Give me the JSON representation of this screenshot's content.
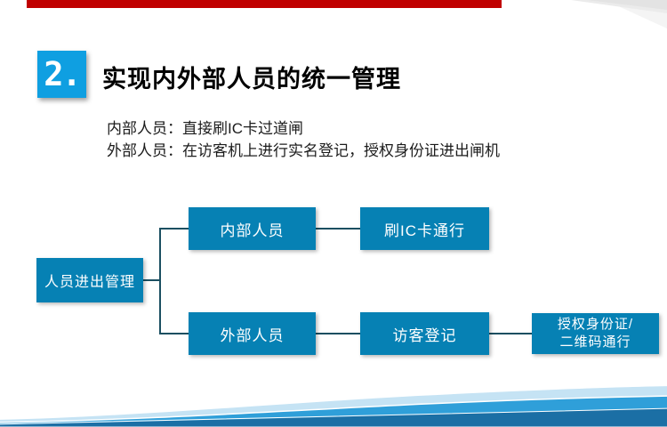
{
  "slide": {
    "badge_number": "2.",
    "title": "实现内外部人员的统一管理",
    "description_lines": [
      "内部人员：直接刷IC卡过道闸",
      "外部人员：在访客机上进行实名登记，授权身份证进出闸机"
    ]
  },
  "flowchart": {
    "nodes": [
      {
        "id": "root",
        "label": "人员进出管理"
      },
      {
        "id": "internal",
        "label": "内部人员"
      },
      {
        "id": "ic-pass",
        "label": "刷IC卡通行"
      },
      {
        "id": "external",
        "label": "外部人员"
      },
      {
        "id": "visitor",
        "label": "访客登记"
      },
      {
        "id": "auth",
        "line1": "授权身份证/",
        "line2": "二维码通行"
      }
    ]
  },
  "colors": {
    "badge_blue": "#0f9fe1",
    "node_blue": "#0681b4",
    "connector": "#1b4f61",
    "top_bar_red": "#c00000",
    "wave_light": "#c5e3f4",
    "wave_mid": "#2f9fd9",
    "wave_dark": "#1b6fa5",
    "corner_gray": "#ebebeb"
  }
}
